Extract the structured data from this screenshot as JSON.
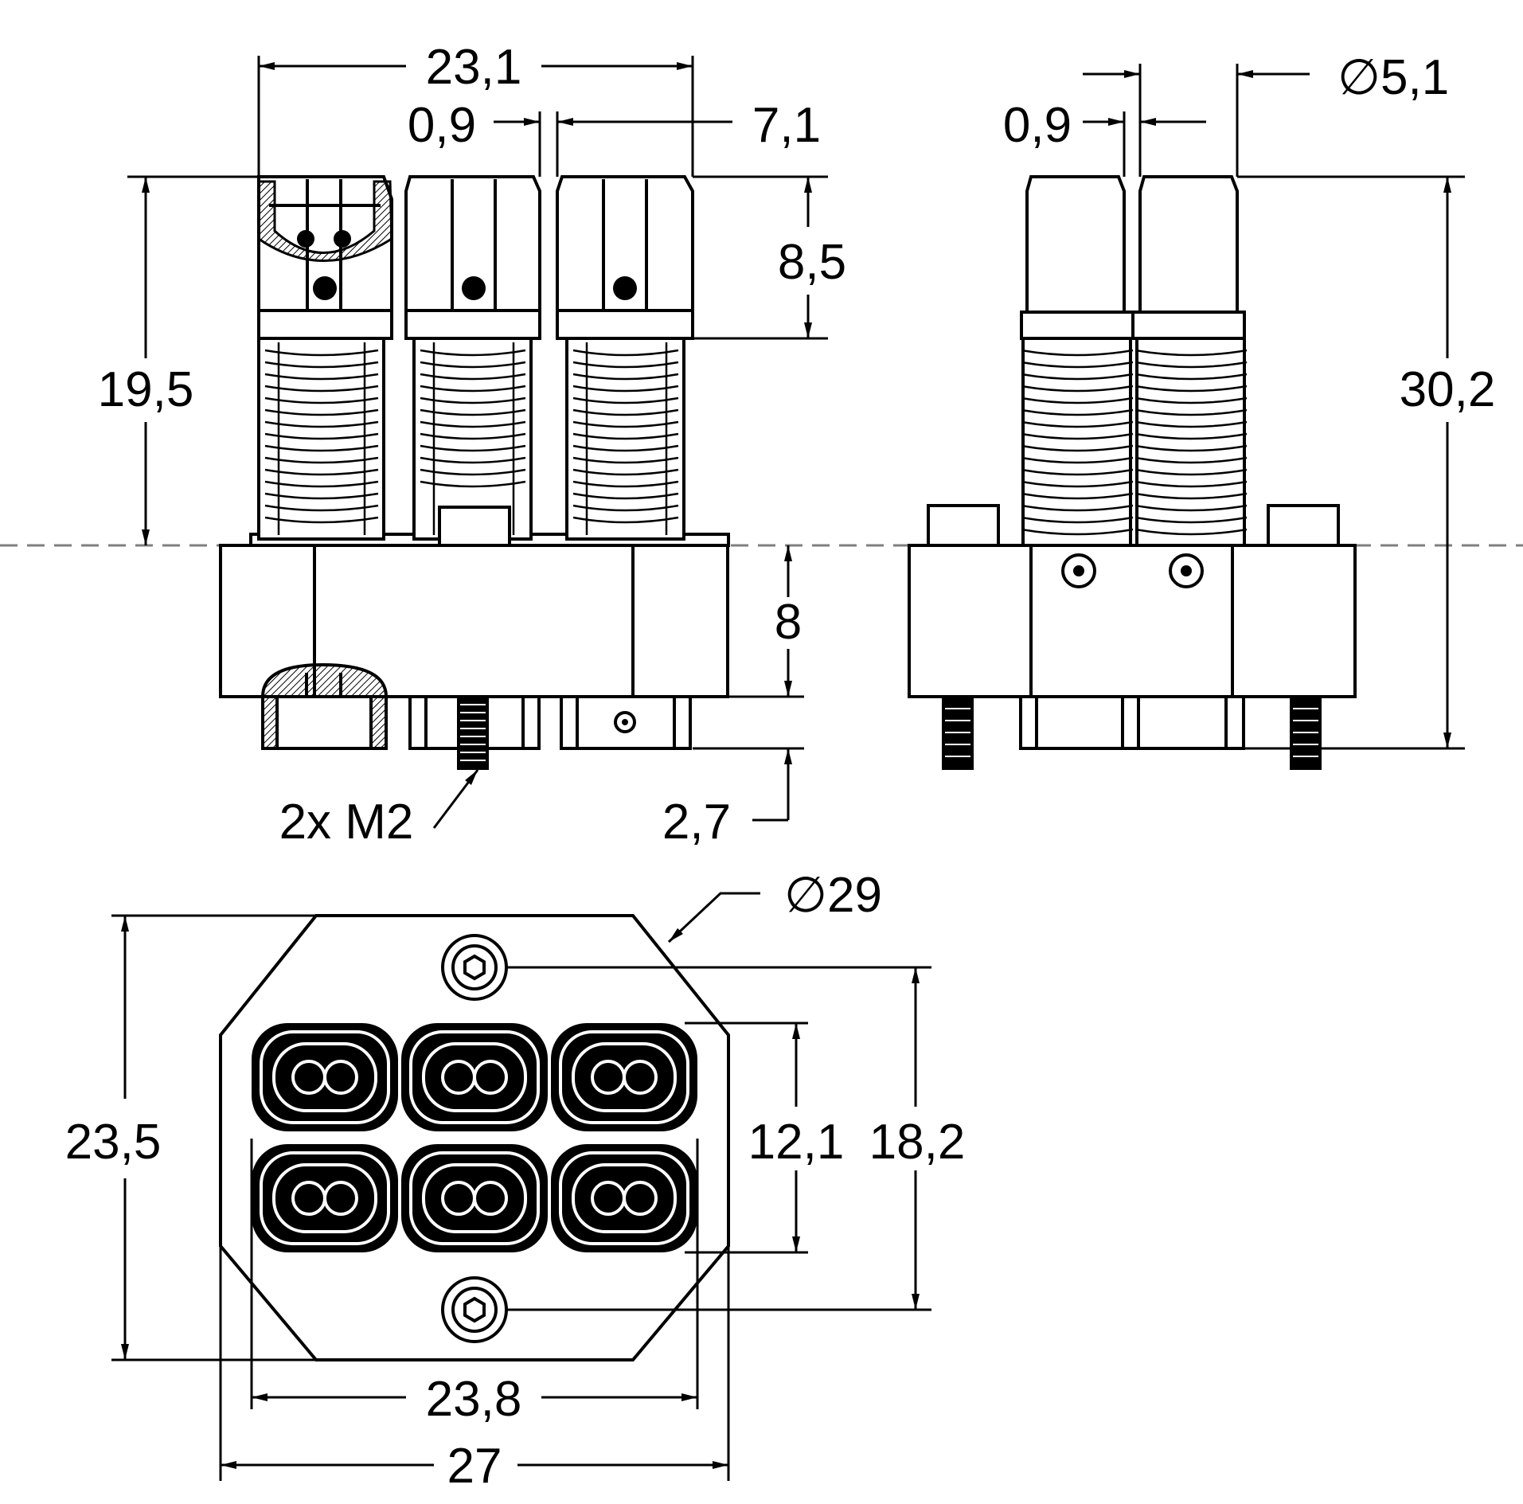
{
  "drawing": {
    "line_color": "#000000",
    "centerline_color": "#7f7f7f",
    "dimensions": {
      "top_width": "23,1",
      "gap_front": "0,9",
      "pin_pitch": "7,1",
      "head_height": "8,5",
      "pin_height": "19,5",
      "base_height": "8",
      "bottom_offset": "2,7",
      "screw_thread": "2x M2",
      "gap_side": "0,9",
      "pin_diameter": "5,1",
      "total_height": "30,2",
      "flange_diameter": "29",
      "body_height": "23,5",
      "pin_rows": "12,1",
      "screw_spacing": "18,2",
      "pin_span": "23,8",
      "body_width": "27"
    },
    "diameter_symbol": "∅"
  }
}
